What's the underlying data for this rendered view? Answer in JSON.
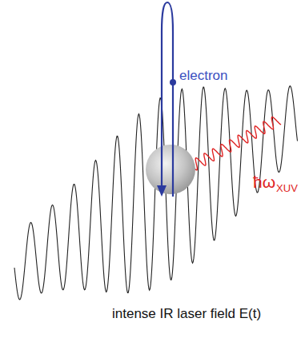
{
  "diagram": {
    "labels": [
      "electron",
      "ħω",
      "XUV",
      "intense IR laser field E(t)"
    ]
  }
}
